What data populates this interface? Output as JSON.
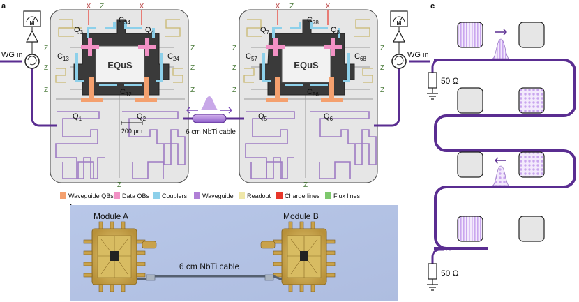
{
  "panels": {
    "a": "a",
    "b": "b",
    "c": "c"
  },
  "module_left": {
    "qubits": [
      "Q",
      "Q",
      "Q",
      "Q"
    ],
    "qubit_subs": [
      "3",
      "4",
      "1",
      "2"
    ],
    "couplers": [
      "C",
      "C",
      "C",
      "C"
    ],
    "coupler_subs": [
      "34",
      "13",
      "24",
      "12"
    ],
    "logo": "EQuS",
    "scale_bar": "200 µm"
  },
  "module_right": {
    "qubits": [
      "Q",
      "Q",
      "Q",
      "Q"
    ],
    "qubit_subs": [
      "7",
      "8",
      "5",
      "6"
    ],
    "couplers": [
      "C",
      "C",
      "C",
      "C"
    ],
    "coupler_subs": [
      "78",
      "57",
      "68",
      "56"
    ],
    "logo": "EQuS"
  },
  "line_marks": {
    "x": "X",
    "z": "Z"
  },
  "wg_in": "WG in",
  "meter": "M",
  "cable_label": "6 cm NbTi cable",
  "legend": [
    {
      "label": "Waveguide QBs",
      "color": "#f4a06e"
    },
    {
      "label": "Data QBs",
      "color": "#f291c5"
    },
    {
      "label": "Couplers",
      "color": "#8dd0ea"
    },
    {
      "label": "Waveguide",
      "color": "#b07fd6"
    },
    {
      "label": "Readout",
      "color": "#efe7a9"
    },
    {
      "label": "Charge lines",
      "color": "#e8362a"
    },
    {
      "label": "Flux lines",
      "color": "#7ec86d"
    }
  ],
  "photo": {
    "module_a": "Module A",
    "module_b": "Module B",
    "cable": "6 cm NbTi cable"
  },
  "panel_c": {
    "termination": "50 Ω"
  },
  "colors": {
    "waveguide": "#5a2d91",
    "chip": "#e6e6e6",
    "dark": "#333333",
    "pulse": "#c8a8e8"
  }
}
